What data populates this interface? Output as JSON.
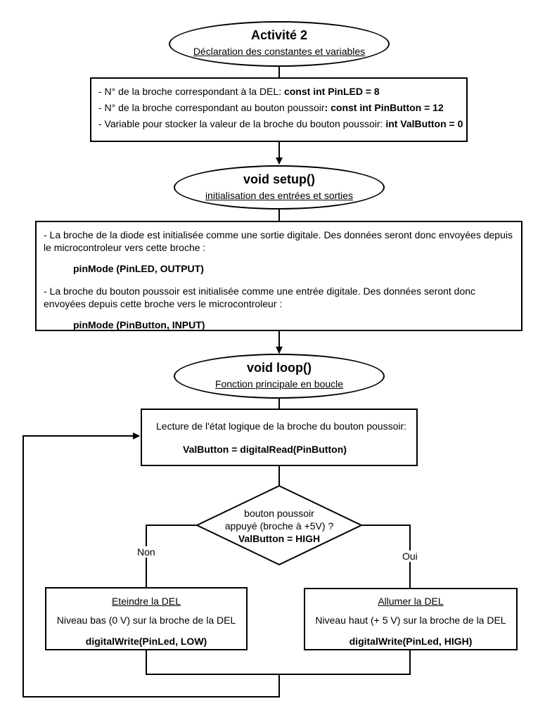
{
  "header": {
    "title": "Activité 2",
    "subtitle": "Déclaration des constantes et variables"
  },
  "declarations": [
    {
      "text": "- N° de la broche correspondant à la DEL:  ",
      "code": "const int PinLED = 8"
    },
    {
      "text": "- N° de la broche correspondant au bouton poussoir",
      "code": ": const int PinButton = 12"
    },
    {
      "text": "- Variable pour stocker la valeur de la broche du bouton poussoir: ",
      "code": "int ValButton = 0"
    }
  ],
  "setup": {
    "title": "void setup()",
    "subtitle": "initialisation des entrées et sorties",
    "led_desc": "- La broche de la diode est initialisée comme une sortie digitale. Des données seront donc envoyées depuis le microcontroleur vers cette broche :",
    "led_code": "pinMode (PinLED, OUTPUT)",
    "btn_desc": "- La broche du bouton poussoir est initialisée comme une entrée digitale. Des données seront donc envoyées depuis cette broche vers le microcontroleur :",
    "btn_code": "pinMode (PinButton, INPUT)"
  },
  "loop": {
    "title": "void loop()",
    "subtitle": "Fonction principale en boucle",
    "read_desc": "Lecture de l'état logique de la broche du bouton poussoir:",
    "read_code": "ValButton = digitalRead(PinButton)"
  },
  "decision": {
    "line1": "bouton poussoir",
    "line2": "appuyé (broche à +5V) ?",
    "line3": "ValButton = HIGH",
    "no_label": "Non",
    "yes_label": "Oui"
  },
  "off_box": {
    "title": "Eteindre la DEL",
    "desc": "Niveau bas (0 V) sur la broche de la DEL",
    "code": "digitalWrite(PinLed, LOW)"
  },
  "on_box": {
    "title": "Allumer la DEL",
    "desc": "Niveau haut (+ 5 V) sur la broche de la DEL",
    "code": "digitalWrite(PinLed, HIGH)"
  }
}
